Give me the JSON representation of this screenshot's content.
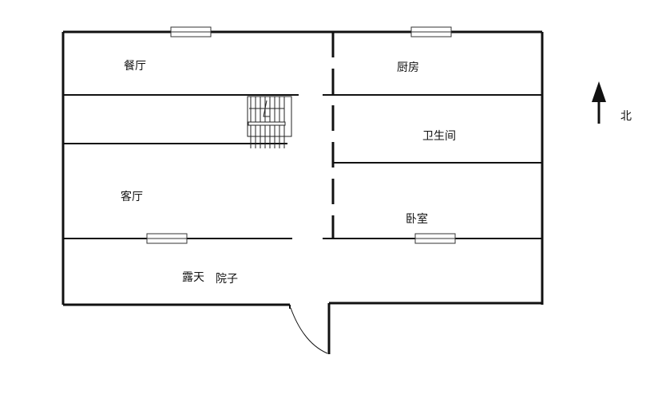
{
  "rooms": {
    "dining": "餐厅",
    "kitchen": "厨房",
    "bathroom": "卫生间",
    "living": "客厅",
    "bedroom": "卧室",
    "terrace": "露天",
    "yard": "院子"
  },
  "compass": {
    "north": "北"
  },
  "colors": {
    "wall": "#111111",
    "background": "#ffffff"
  }
}
